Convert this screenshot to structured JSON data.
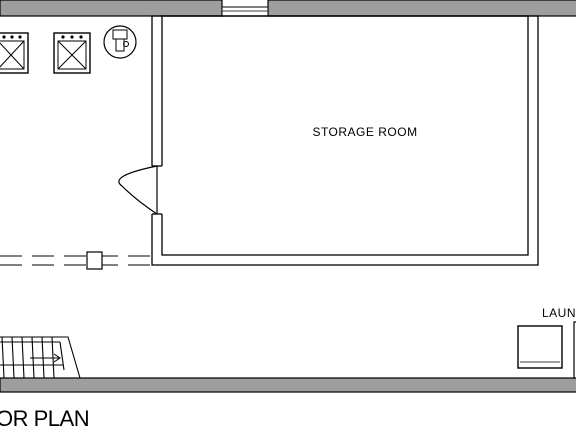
{
  "plan": {
    "rooms": [
      {
        "id": "storage",
        "label": "STORAGE ROOM"
      },
      {
        "id": "laundry",
        "label": "LAUNDRY"
      }
    ],
    "title": "OR PLAN"
  },
  "colors": {
    "wall_fill": "#9e9e9e",
    "line": "#000000",
    "background": "#ffffff"
  }
}
